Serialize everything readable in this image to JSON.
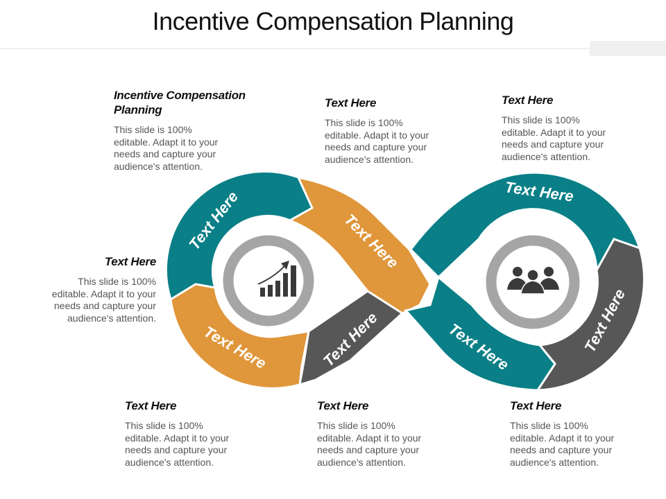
{
  "slide": {
    "title": "Incentive Compensation Planning"
  },
  "colors": {
    "teal": "#0a7f87",
    "orange": "#e0963a",
    "dark_gray": "#575757",
    "ring_gray": "#a5a5a5",
    "icon_dark": "#3a3a3a"
  },
  "blocks": [
    {
      "id": "top-left",
      "heading": "Incentive Compensation Planning",
      "body": "This slide is 100% editable. Adapt it to your needs and capture your audience's attention."
    },
    {
      "id": "top-center",
      "heading": "Text Here",
      "body": "This slide is 100% editable. Adapt it to your needs and capture your audience's attention."
    },
    {
      "id": "top-right",
      "heading": "Text Here",
      "body": "This slide is 100% editable. Adapt it to your needs and capture your audience's attention."
    },
    {
      "id": "middle-left",
      "heading": "Text Here",
      "body": "This slide is 100% editable. Adapt it to your needs and capture your audience's attention."
    },
    {
      "id": "bottom-left",
      "heading": "Text Here",
      "body": "This slide is 100% editable. Adapt it to your needs and capture your audience's attention."
    },
    {
      "id": "bottom-center",
      "heading": "Text Here",
      "body": "This slide is 100% editable. Adapt it to your needs and capture your audience's attention."
    },
    {
      "id": "bottom-right",
      "heading": "Text Here",
      "body": "This slide is 100% editable. Adapt it to your needs and capture your audience's attention."
    }
  ],
  "diagram": {
    "type": "infinity-loop",
    "segments": [
      {
        "position": "left-top",
        "color": "teal",
        "label": "Text Here"
      },
      {
        "position": "center-diagonal-down",
        "color": "orange",
        "label": "Text Here"
      },
      {
        "position": "right-top",
        "color": "teal",
        "label": "Text Here"
      },
      {
        "position": "right-side",
        "color": "dark_gray",
        "label": "Text Here"
      },
      {
        "position": "center-diagonal-lower",
        "color": "teal",
        "label": "Text Here"
      },
      {
        "position": "center-lower-left",
        "color": "dark_gray",
        "label": "Text Here"
      },
      {
        "position": "left-bottom",
        "color": "orange",
        "label": "Text Here"
      }
    ],
    "left_icon": "growth-chart-icon",
    "right_icon": "team-people-icon"
  }
}
